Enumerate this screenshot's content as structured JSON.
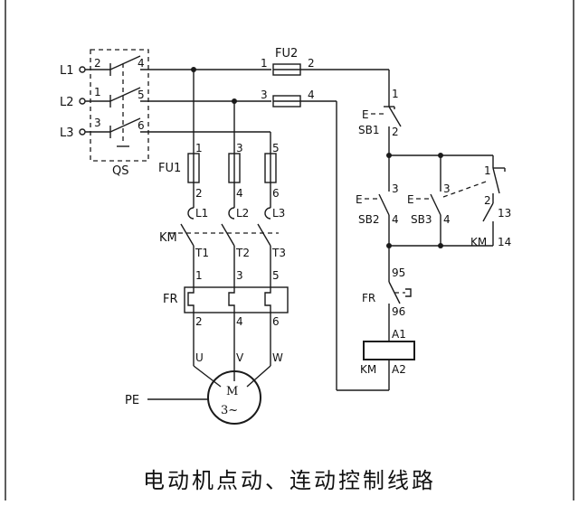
{
  "diagram": {
    "title": "电动机点动、连动控制线路",
    "labels": {
      "L1": "L1",
      "L2": "L2",
      "L3": "L3",
      "QS": "QS",
      "qs_4": "4",
      "qs_5": "5",
      "qs_6": "6",
      "qs_1": "1",
      "qs_2": "2",
      "qs_3": "3",
      "FU2": "FU2",
      "fu2_1": "1",
      "fu2_2": "2",
      "fu2_3": "3",
      "fu2_4": "4",
      "FU1": "FU1",
      "fu1_1": "1",
      "fu1_3": "3",
      "fu1_5": "5",
      "fu1_2": "2",
      "fu1_4": "4",
      "fu1_6": "6",
      "mL1": "L1",
      "mL2": "L2",
      "mL3": "L3",
      "KM_main": "KM",
      "T1": "T1",
      "T2": "T2",
      "T3": "T3",
      "fr_1": "1",
      "fr_3": "3",
      "fr_5": "5",
      "FR_main": "FR",
      "fr_2": "2",
      "fr_4": "4",
      "fr_6": "6",
      "U": "U",
      "V": "V",
      "W": "W",
      "PE": "PE",
      "M": "M",
      "M3": "3~",
      "SB1": "SB1",
      "sb1_1": "1",
      "sb1_2": "2",
      "sb1_E": "E",
      "SB2": "SB2",
      "sb2_3": "3",
      "sb2_4": "4",
      "sb2_E": "E",
      "SB3": "SB3",
      "sb3_3": "3",
      "sb3_4": "4",
      "sb3_E": "E",
      "sb3b_1": "1",
      "sb3b_2": "2",
      "KM_aux": "KM",
      "km_13": "13",
      "km_14": "14",
      "FR_ctrl": "FR",
      "fr_95": "95",
      "fr_96": "96",
      "KM_coil": "KM",
      "A1": "A1",
      "A2": "A2"
    }
  }
}
